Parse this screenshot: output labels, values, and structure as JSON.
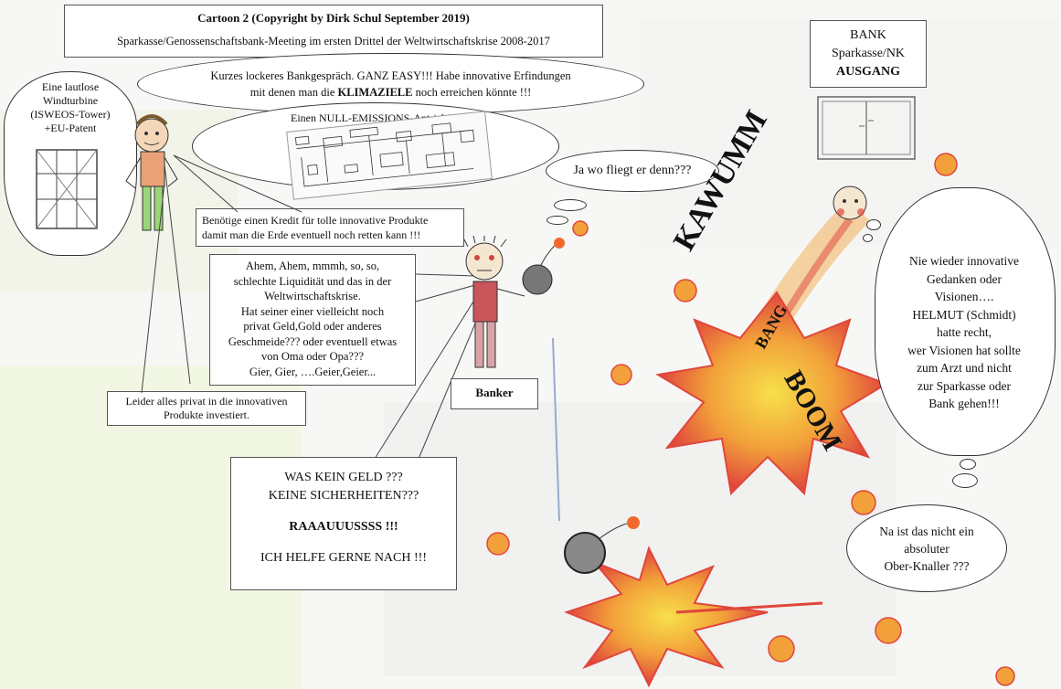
{
  "header": {
    "line1": "Cartoon 2    (Copyright by Dirk Schul  September 2019)",
    "line2": "Sparkasse/Genossenschaftsbank-Meeting im ersten Drittel der Weltwirtschaftskrise 2008-2017"
  },
  "bank_sign": {
    "line1": "BANK",
    "line2": "Sparkasse/NK",
    "line3": "AUSGANG"
  },
  "windturbine_label": [
    "Eine lautlose",
    "Windturbine",
    "(ISWEOS-Tower)",
    "+EU-Patent"
  ],
  "top_thought": {
    "line1": "Kurzes lockeres Bankgespräch. GANZ EASY!!! Habe innovative Erfindungen",
    "line2_pre": "mit denen man die ",
    "line2_bold": "KLIMAZIELE",
    "line2_post": " noch erreichen könnte !!!"
  },
  "null_emission": "Einen NULL-EMISSIONS-Antrieb !",
  "ja_wo": "Ja wo fliegt er denn???",
  "kredit_box": {
    "line1": "Benötige einen Kredit für tolle innovative Produkte",
    "line2": "damit man die Erde eventuell noch retten kann !!!"
  },
  "banker_speech": [
    "Ahem, Ahem,  mmmh, so, so,",
    "schlechte Liquidität und das in der",
    "Weltwirtschaftskrise.",
    "Hat seiner einer vielleicht noch",
    "privat Geld,Gold oder anderes",
    "Geschmeide??? oder eventuell etwas",
    "von Oma oder Opa???",
    "Gier, Gier, ….Geier,Geier..."
  ],
  "leider_box": {
    "line1": "Leider alles privat in die innovativen",
    "line2": "Produkte investiert."
  },
  "banker_label": "Banker",
  "kein_geld": {
    "line1": "WAS KEIN GELD ???",
    "line2": "KEINE SICHERHEITEN???",
    "line3": "RAAAUUUSSSS !!!",
    "line4": "ICH HELFE GERNE NACH !!!"
  },
  "explosion_words": {
    "kawumm": "KAWUMM",
    "bang": "BANG",
    "boom": "BOOM"
  },
  "helmut_thought": [
    "Nie wieder innovative",
    "Gedanken oder",
    "Visionen….",
    "HELMUT (Schmidt)",
    "hatte recht,",
    "wer Visionen hat sollte",
    "zum Arzt und nicht",
    "zur Sparkasse oder",
    "Bank gehen!!!"
  ],
  "knaller_thought": [
    "Na ist das nicht ein",
    "absoluter",
    "Ober-Knaller ???"
  ],
  "colors": {
    "background": "#f7f7f5",
    "fire_orange": "#f2a13a",
    "fire_red": "#e0463c",
    "fire_yellow": "#f7e04a",
    "pencil_green": "#9bd67a"
  }
}
